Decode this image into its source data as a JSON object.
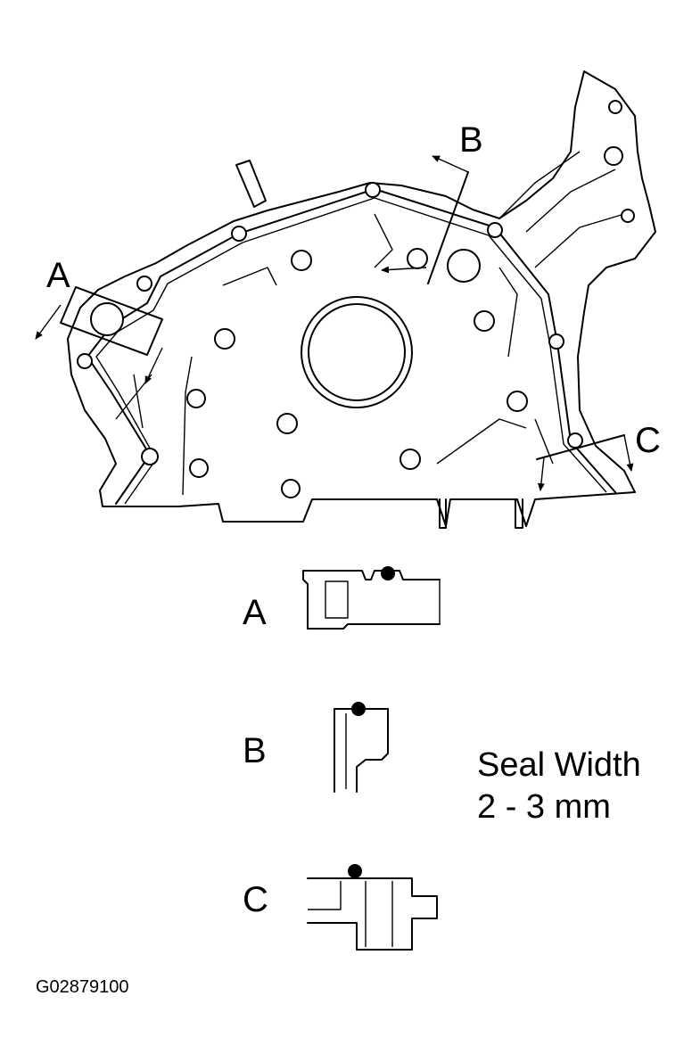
{
  "labels": {
    "view_a": "A",
    "view_b": "B",
    "view_c": "C",
    "detail_a": "A",
    "detail_b": "B",
    "detail_c": "C"
  },
  "note": {
    "line1": "Seal Width",
    "line2": "2 - 3 mm"
  },
  "figure_code": "G02879100",
  "colors": {
    "ink": "#000000",
    "background": "#ffffff"
  }
}
